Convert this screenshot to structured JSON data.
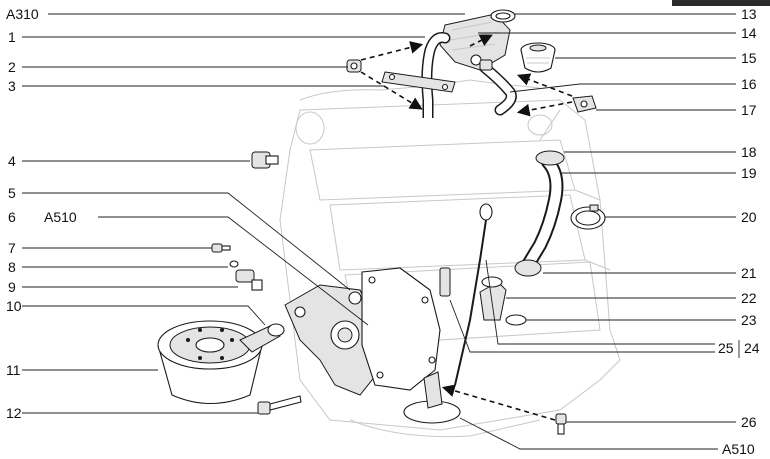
{
  "diagram": {
    "left_labels": [
      "A310",
      "1",
      "2",
      "3",
      "4",
      "5",
      "6",
      "A510",
      "7",
      "8",
      "9",
      "10",
      "11",
      "12"
    ],
    "right_labels": [
      "13",
      "14",
      "15",
      "16",
      "17",
      "18",
      "19",
      "20",
      "21",
      "22",
      "23",
      "25",
      "24",
      "26",
      "A510"
    ]
  }
}
